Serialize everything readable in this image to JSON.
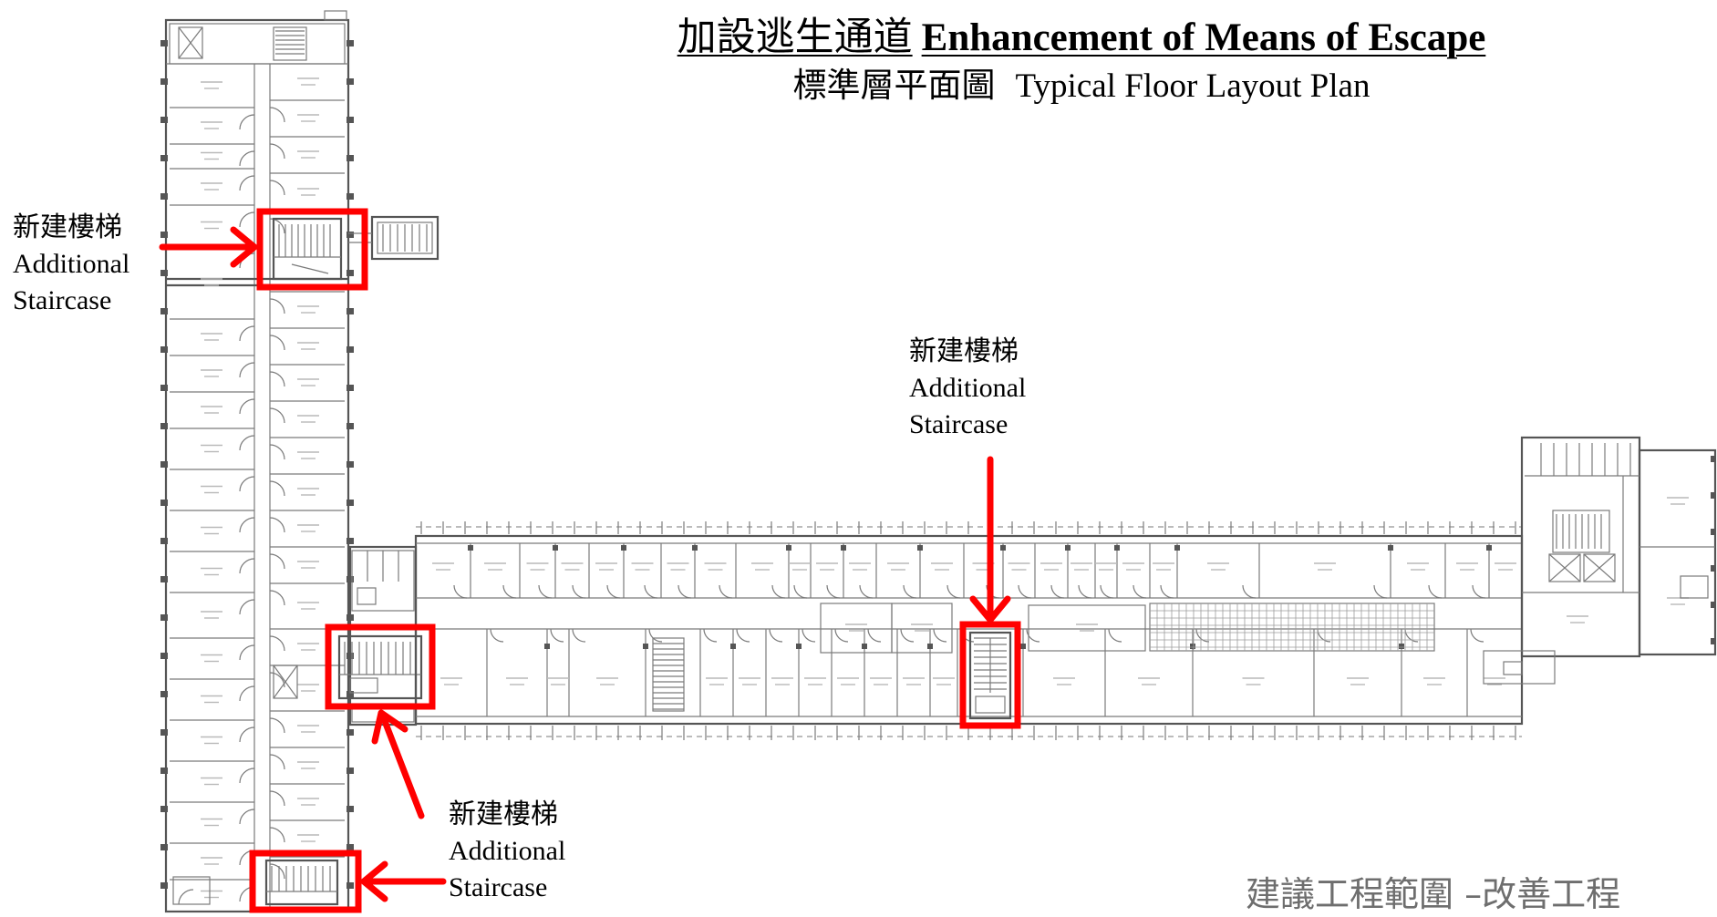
{
  "title": {
    "zh": "加設逃生通道",
    "en": "Enhancement of Means of Escape"
  },
  "subtitle": {
    "zh": "標準層平面圖",
    "en": "Typical Floor Layout Plan"
  },
  "callouts": [
    {
      "lines": [
        "新建樓梯",
        "Additional",
        "Staircase"
      ]
    },
    {
      "lines": [
        "新建樓梯",
        "Additional",
        "Staircase"
      ]
    },
    {
      "lines": [
        "新建樓梯",
        "Additional",
        "Staircase"
      ]
    }
  ],
  "footer_text": "建議工程範圍 –改善工程",
  "colors": {
    "highlight": "#ff0000",
    "plan_lines": "#7a7a7a",
    "walls": "#555555",
    "text": "#000000",
    "footer": "#6e6e6e"
  }
}
